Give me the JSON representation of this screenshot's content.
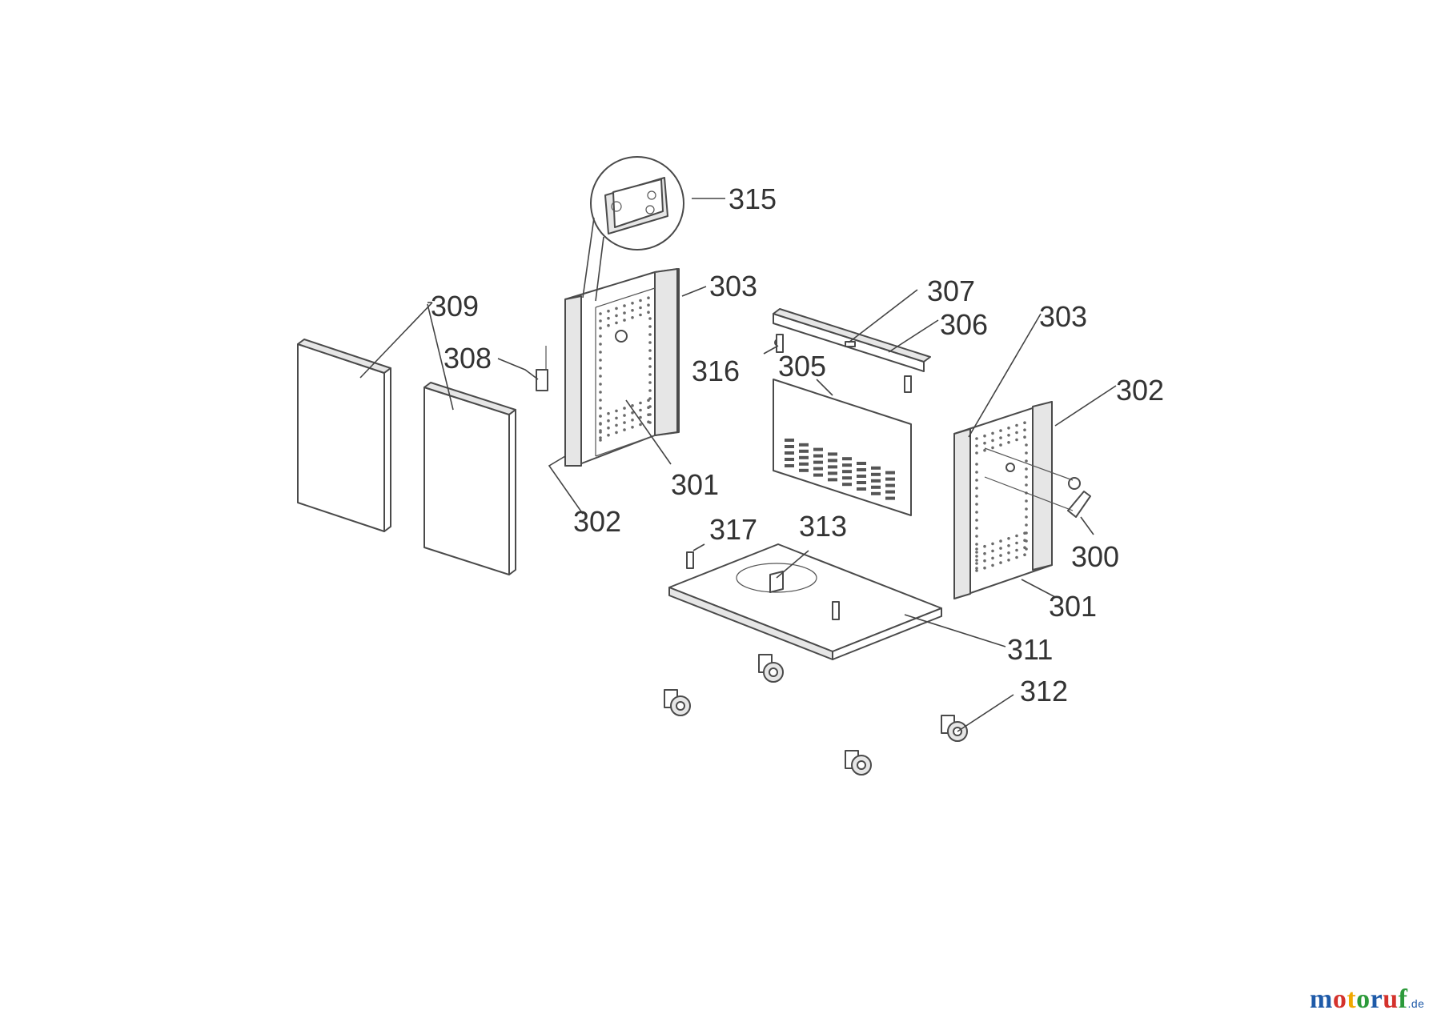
{
  "labels": {
    "l315": "315",
    "l303a": "303",
    "l309": "309",
    "l308": "308",
    "l301a": "301",
    "l302a": "302",
    "l307": "307",
    "l306": "306",
    "l316": "316",
    "l305": "305",
    "l303b": "303",
    "l302b": "302",
    "l300": "300",
    "l301b": "301",
    "l317": "317",
    "l313": "313",
    "l311": "311",
    "l312": "312"
  },
  "watermark": {
    "m": "m",
    "o1": "o",
    "t": "t",
    "o2": "o",
    "r": "r",
    "u": "u",
    "f": "f",
    "de": ".de"
  }
}
